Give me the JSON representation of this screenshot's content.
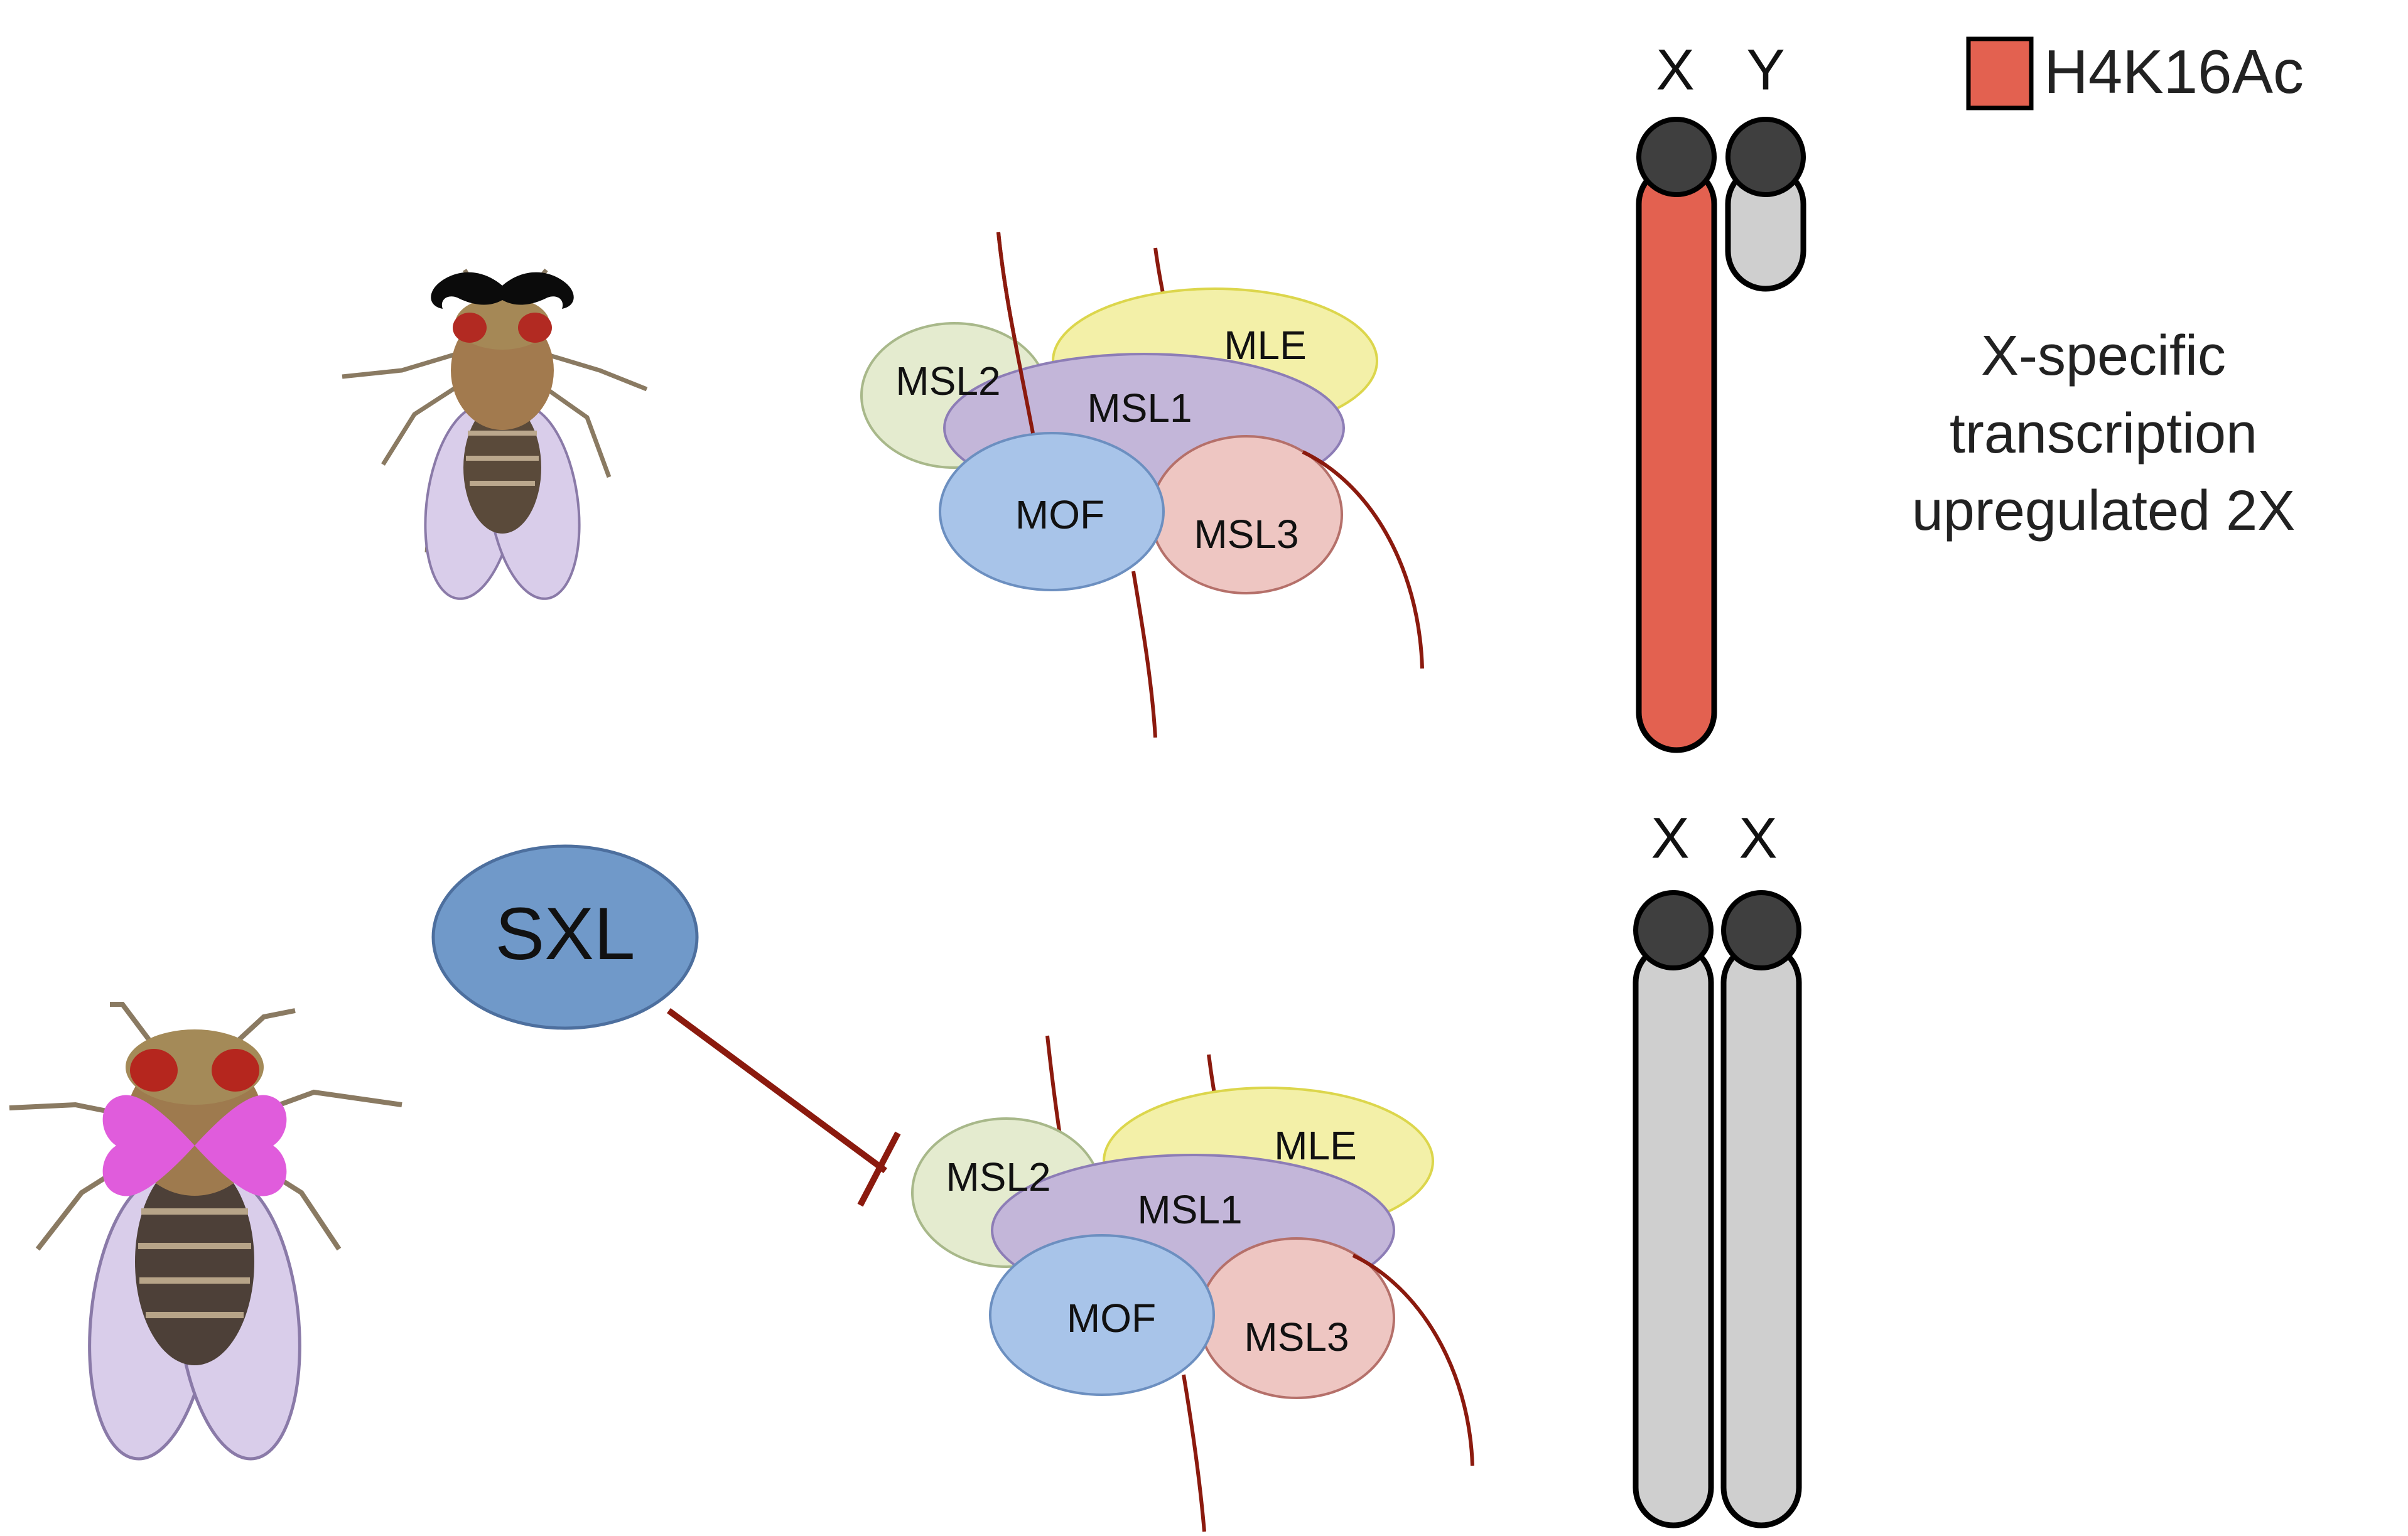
{
  "legend": {
    "label": "H4K16Ac",
    "color": "#e36150"
  },
  "male": {
    "chromosome_labels": [
      "X",
      "Y"
    ],
    "caption_lines": [
      "X-specific",
      "transcription",
      "upregulated 2X"
    ],
    "complex": {
      "msl2": "MSL2",
      "mle": "MLE",
      "msl1": "MSL1",
      "mof": "MOF",
      "msl3": "MSL3"
    }
  },
  "female": {
    "chromosome_labels": [
      "X",
      "X"
    ],
    "repressor": "SXL",
    "complex": {
      "msl2": "MSL2",
      "mle": "MLE",
      "msl1": "MSL1",
      "mof": "MOF",
      "msl3": "MSL3"
    }
  },
  "colors": {
    "msl2": "#e4ebcf",
    "mle": "#f3f0a8",
    "msl1": "#c3b6d9",
    "mof": "#a8c4e9",
    "msl3": "#eec6c2",
    "sxl": "#7099c9",
    "rna": "#8b1a0e",
    "chromosome_gray": "#cfcfcf",
    "centromere": "#3f3f3f"
  }
}
